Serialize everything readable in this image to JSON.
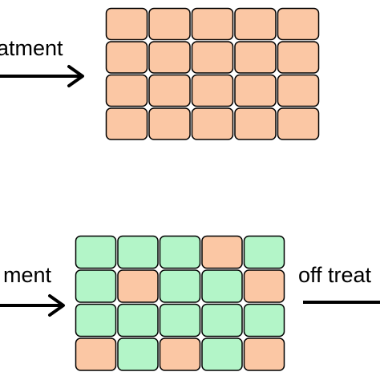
{
  "labels": {
    "top_left": "atment",
    "bottom_left": "ment",
    "bottom_right": "off treat"
  },
  "colors": {
    "peach": "#fbc7a4",
    "green": "#b3f5c8",
    "outline": "#000000"
  },
  "grids": {
    "top": {
      "rows": [
        [
          "peach",
          "peach",
          "peach",
          "peach",
          "peach"
        ],
        [
          "peach",
          "peach",
          "peach",
          "peach",
          "peach"
        ],
        [
          "peach",
          "peach",
          "peach",
          "peach",
          "peach"
        ],
        [
          "peach",
          "peach",
          "peach",
          "peach",
          "peach"
        ]
      ]
    },
    "bottom": {
      "rows": [
        [
          "green",
          "green",
          "green",
          "peach",
          "green"
        ],
        [
          "green",
          "peach",
          "green",
          "green",
          "peach"
        ],
        [
          "green",
          "green",
          "green",
          "green",
          "green"
        ],
        [
          "peach",
          "green",
          "peach",
          "green",
          "peach"
        ]
      ]
    }
  }
}
